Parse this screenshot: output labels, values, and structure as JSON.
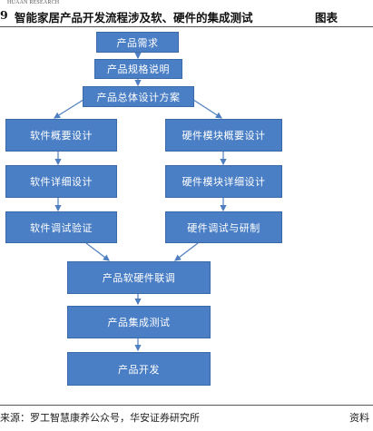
{
  "header": {
    "brand": "HUAAN RESEARCH",
    "figure_number": "9",
    "title": "智能家居产品开发流程涉及软、硬件的集成测试",
    "figure_tag": "图表"
  },
  "flow": {
    "top": [
      "产品需求",
      "产品规格说明",
      "产品总体设计方案"
    ],
    "software": [
      "软件概要设计",
      "软件详细设计",
      "软件调试验证"
    ],
    "hardware": [
      "硬件模块概要设计",
      "硬件模块详细设计",
      "硬件调试与研制"
    ],
    "bottom": [
      "产品软硬件联调",
      "产品集成测试",
      "产品开发"
    ]
  },
  "footer": {
    "source": "来源：罗工智慧康养公众号，华安证券研究所",
    "right_text": "资料"
  },
  "colors": {
    "box_fill": "#4b7fc5",
    "box_border": "#3a6aa8",
    "arrow": "#4f7fc0"
  }
}
